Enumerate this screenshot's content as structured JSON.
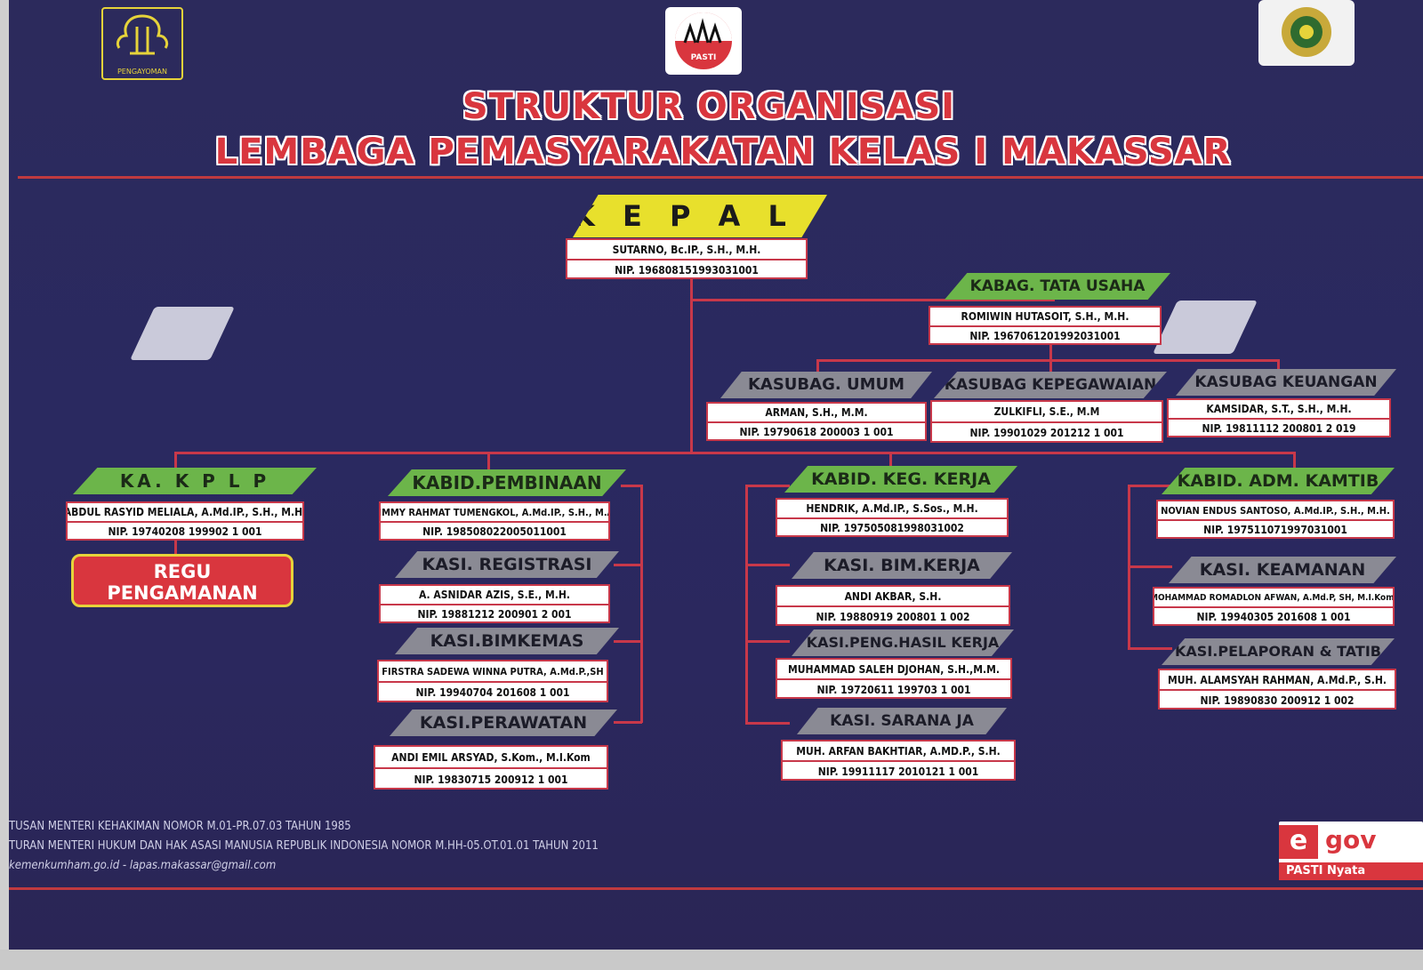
{
  "logos": {
    "left_text": "PENGAYOMAN",
    "center_text": "PASTI"
  },
  "title": {
    "line1": "STRUKTUR ORGANISASI",
    "line2": "LEMBAGA PEMASYARAKATAN KELAS I MAKASSAR"
  },
  "kepala": {
    "role": "K E P A L A",
    "name": "SUTARNO, Bc.IP., S.H., M.H.",
    "nip": "NIP. 196808151993031001"
  },
  "kabag_tu": {
    "role": "KABAG. TATA USAHA",
    "name": "ROMIWIN HUTASOIT, S.H., M.H.",
    "nip": "NIP. 1967061201992031001"
  },
  "kasubag": [
    {
      "role": "KASUBAG. UMUM",
      "name": "ARMAN, S.H., M.M.",
      "nip": "NIP. 19790618 200003 1 001"
    },
    {
      "role": "KASUBAG KEPEGAWAIAN",
      "name": "ZULKIFLI, S.E., M.M",
      "nip": "NIP. 19901029 201212 1 001"
    },
    {
      "role": "KASUBAG KEUANGAN",
      "name": "KAMSIDAR, S.T., S.H., M.H.",
      "nip": "NIP. 19811112 200801 2 019"
    }
  ],
  "kplp": {
    "role": "KA. K P L P",
    "name": "ABDUL RASYID MELIALA, A.Md.IP., S.H., M.H.",
    "nip": "NIP. 19740208 199902 1 001"
  },
  "regu": {
    "line1": "REGU",
    "line2": "PENGAMANAN"
  },
  "pembinaan": {
    "head": {
      "role": "KABID.PEMBINAAN",
      "name": "JIMMY RAHMAT TUMENGKOL, A.Md.IP., S.H., M.A",
      "nip": "NIP. 198508022005011001"
    },
    "kasi": [
      {
        "role": "KASI. REGISTRASI",
        "name": "A. ASNIDAR AZIS, S.E., M.H.",
        "nip": "NIP. 19881212 200901 2 001"
      },
      {
        "role": "KASI.BIMKEMAS",
        "name": "FIRSTRA SADEWA WINNA PUTRA, A.Md.P.,SH",
        "nip": "NIP. 19940704 201608 1 001"
      },
      {
        "role": "KASI.PERAWATAN",
        "name": "ANDI EMIL ARSYAD, S.Kom., M.I.Kom",
        "nip": "NIP. 19830715 200912 1 001"
      }
    ]
  },
  "kegkerja": {
    "head": {
      "role": "KABID. KEG. KERJA",
      "name": "HENDRIK, A.Md.IP., S.Sos., M.H.",
      "nip": "NIP. 197505081998031002"
    },
    "kasi": [
      {
        "role": "KASI. BIM.KERJA",
        "name": "ANDI AKBAR, S.H.",
        "nip": "NIP. 19880919 200801 1 002"
      },
      {
        "role": "KASI.PENG.HASIL KERJA",
        "name": "MUHAMMAD SALEH DJOHAN, S.H.,M.M.",
        "nip": "NIP. 19720611 199703 1 001"
      },
      {
        "role": "KASI. SARANA JA",
        "name": "MUH. ARFAN BAKHTIAR, A.MD.P., S.H.",
        "nip": "NIP. 19911117 2010121 1 001"
      }
    ]
  },
  "kamtib": {
    "head": {
      "role": "KABID. ADM. KAMTIB",
      "name": "NOVIAN ENDUS SANTOSO, A.Md.IP., S.H., M.H.",
      "nip": "NIP. 197511071997031001"
    },
    "kasi": [
      {
        "role": "KASI. KEAMANAN",
        "name": "MOHAMMAD ROMADLON AFWAN, A.Md.P, SH, M.I.Kom.",
        "nip": "NIP. 19940305 201608 1 001"
      },
      {
        "role": "KASI.PELAPORAN & TATIB",
        "name": "MUH. ALAMSYAH RAHMAN, A.Md.P., S.H.",
        "nip": "NIP. 19890830 200912 1 002"
      }
    ]
  },
  "footer": {
    "line1": "TUSAN MENTERI KEHAKIMAN NOMOR M.01-PR.07.03 TAHUN 1985",
    "line2": "TURAN MENTERI HUKUM DAN HAK ASASI MANUSIA REPUBLIK INDONESIA NOMOR M.HH-05.OT.01.01 TAHUN 2011",
    "line3": "kemenkumham.go.id  -  lapas.makassar@gmail.com"
  },
  "egov": {
    "e": "e",
    "gov": "gov",
    "tag": "PASTI Nyata"
  }
}
